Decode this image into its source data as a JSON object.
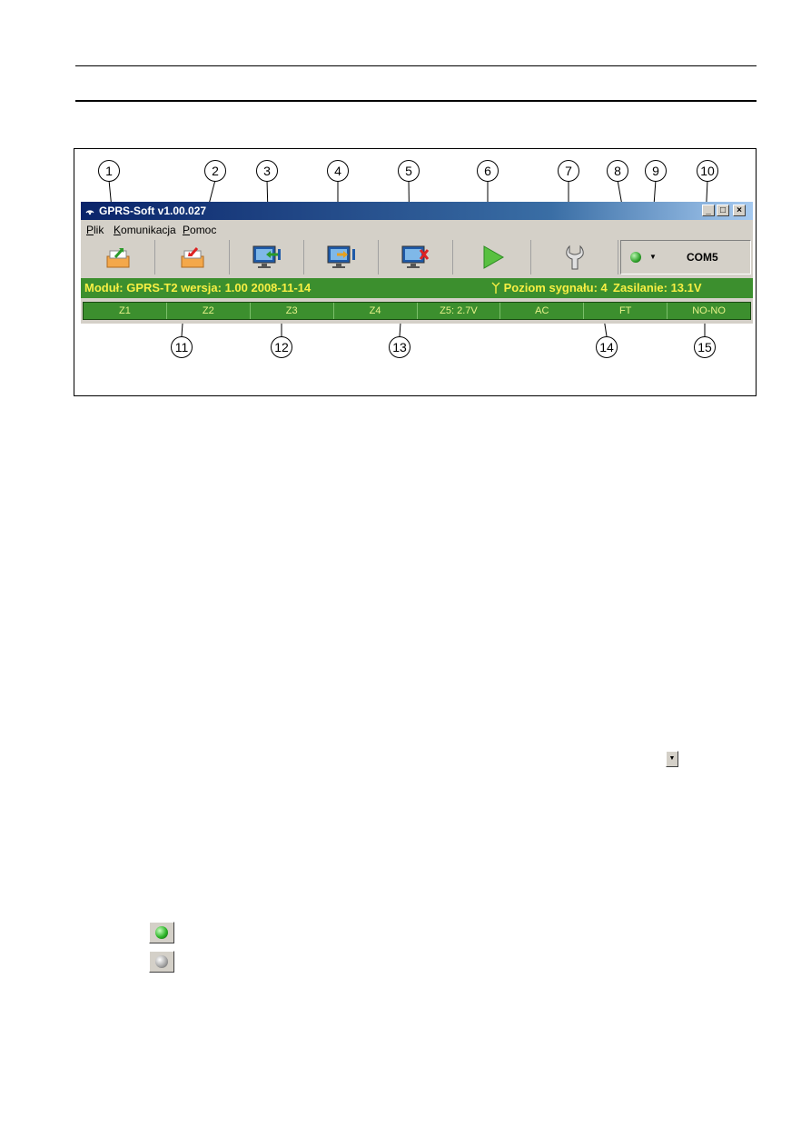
{
  "window": {
    "title": "GPRS-Soft v1.00.027",
    "menu": [
      "Plik",
      "Komunikacja",
      "Pomoc"
    ],
    "controls": {
      "minimize": "_",
      "maximize": "□",
      "close": "×"
    }
  },
  "toolbar": {
    "buttons": [
      {
        "icon": "open-file-icon"
      },
      {
        "icon": "save-file-icon"
      },
      {
        "icon": "read-from-module-icon"
      },
      {
        "icon": "write-to-module-icon"
      },
      {
        "icon": "disconnect-icon"
      },
      {
        "icon": "start-icon"
      },
      {
        "icon": "configuration-wrench-icon"
      }
    ],
    "connection_led": "green",
    "port_arrow": "▼",
    "port": "COM5"
  },
  "status": {
    "module": "Moduł: GPRS-T2 wersja: 1.00 2008-11-14",
    "signal": "Poziom sygnału: 4",
    "power": "Zasilanie: 13.1V"
  },
  "zones": [
    "Z1",
    "Z2",
    "Z3",
    "Z4",
    "Z5: 2.7V",
    "AC",
    "FT",
    "NO-NO"
  ],
  "callouts": [
    "1",
    "2",
    "3",
    "4",
    "5",
    "6",
    "7",
    "8",
    "9",
    "10",
    "11",
    "12",
    "13",
    "14",
    "15"
  ],
  "inline_icons": {
    "dropdown_arrow": "▼"
  },
  "colors": {
    "status_bg": "#3c8f2e",
    "status_text": "#f7ef44",
    "titlebar": "#0a246a"
  }
}
